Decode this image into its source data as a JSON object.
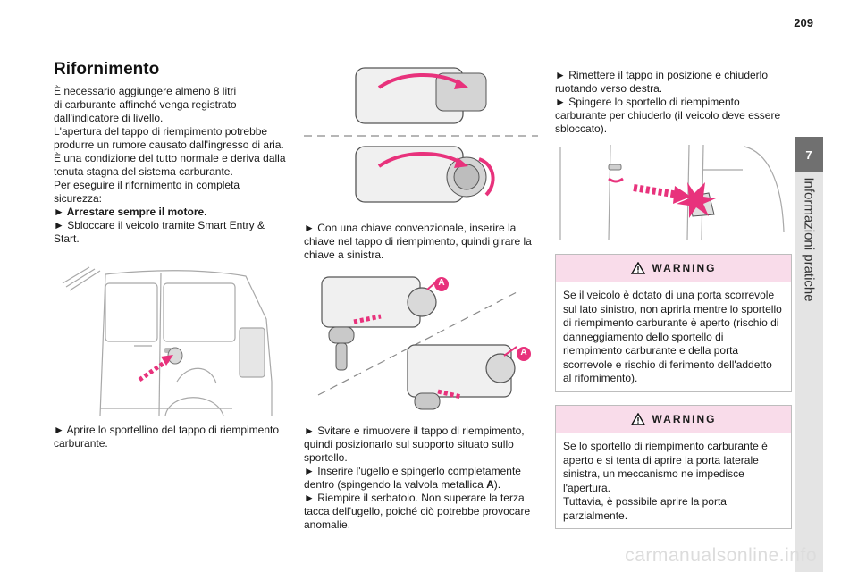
{
  "page": {
    "number": "209"
  },
  "chapter": {
    "number": "7",
    "title": "Informazioni pratiche"
  },
  "col1": {
    "heading": "Rifornimento",
    "intro_lines": [
      "È necessario aggiungere almeno 8 litri",
      "di carburante affinché venga registrato",
      "dall'indicatore di livello.",
      "L'apertura del tappo di riempimento potrebbe",
      "produrre un rumore causato dall'ingresso di aria.",
      "È una condizione del tutto normale e deriva dalla",
      "tenuta stagna del sistema carburante.",
      "Per eseguire il rifornimento in completa",
      "sicurezza:"
    ],
    "step1": "► Arrestare sempre il motore.",
    "step2_lines": [
      "► Sbloccare il veicolo tramite Smart Entry &",
      "Start."
    ],
    "caption_lines": [
      "► Aprire lo sportellino del tappo di riempimento",
      "carburante."
    ]
  },
  "col2": {
    "caption_lines": [
      "► Con una chiave convenzionale, inserire la",
      "chiave nel tappo di riempimento, quindi girare la",
      "chiave a sinistra."
    ],
    "figure_label_a1": "A",
    "figure_label_a2": "A",
    "steps_prefix": [
      "► Svitare e rimuovere il tappo di riempimento,",
      "quindi posizionarlo sul supporto situato sullo",
      "sportello.",
      "► Inserire l'ugello e spingerlo completamente"
    ],
    "valve_line_start": "dentro (spingendo la valvola metallica ",
    "valve_letter": "A",
    "valve_line_end": ").",
    "steps_suffix": [
      "► Riempire il serbatoio. Non superare la terza",
      "tacca dell'ugello, poiché ciò potrebbe provocare",
      "anomalie."
    ]
  },
  "col3": {
    "intro_lines": [
      "► Rimettere il tappo in posizione e chiuderlo",
      "ruotando verso destra.",
      "► Spingere lo sportello di riempimento",
      "carburante per chiuderlo (il veicolo deve essere",
      "sbloccato)."
    ],
    "warning1": {
      "title": "WARNING",
      "lines": [
        "Se il veicolo è dotato di una porta scorrevole",
        "sul lato sinistro, non aprirla mentre lo sportello",
        "di riempimento carburante è aperto (rischio di",
        "danneggiamento dello sportello di",
        "riempimento carburante e della porta",
        "scorrevole e rischio di ferimento dell'addetto",
        "al rifornimento)."
      ]
    },
    "warning2": {
      "title": "WARNING",
      "lines": [
        "Se lo sportello di riempimento carburante è",
        "aperto e si tenta di aprire la porta laterale",
        "sinistra, un meccanismo ne impedisce",
        "l'apertura.",
        "Tuttavia, è possibile aprire la porta",
        "parzialmente."
      ]
    }
  },
  "watermark": "carmanualsonline.info",
  "colors": {
    "accent": "#e8327c",
    "warning_header": "#f9dcea",
    "tab": "#707070",
    "strip": "#e4e4e4"
  }
}
